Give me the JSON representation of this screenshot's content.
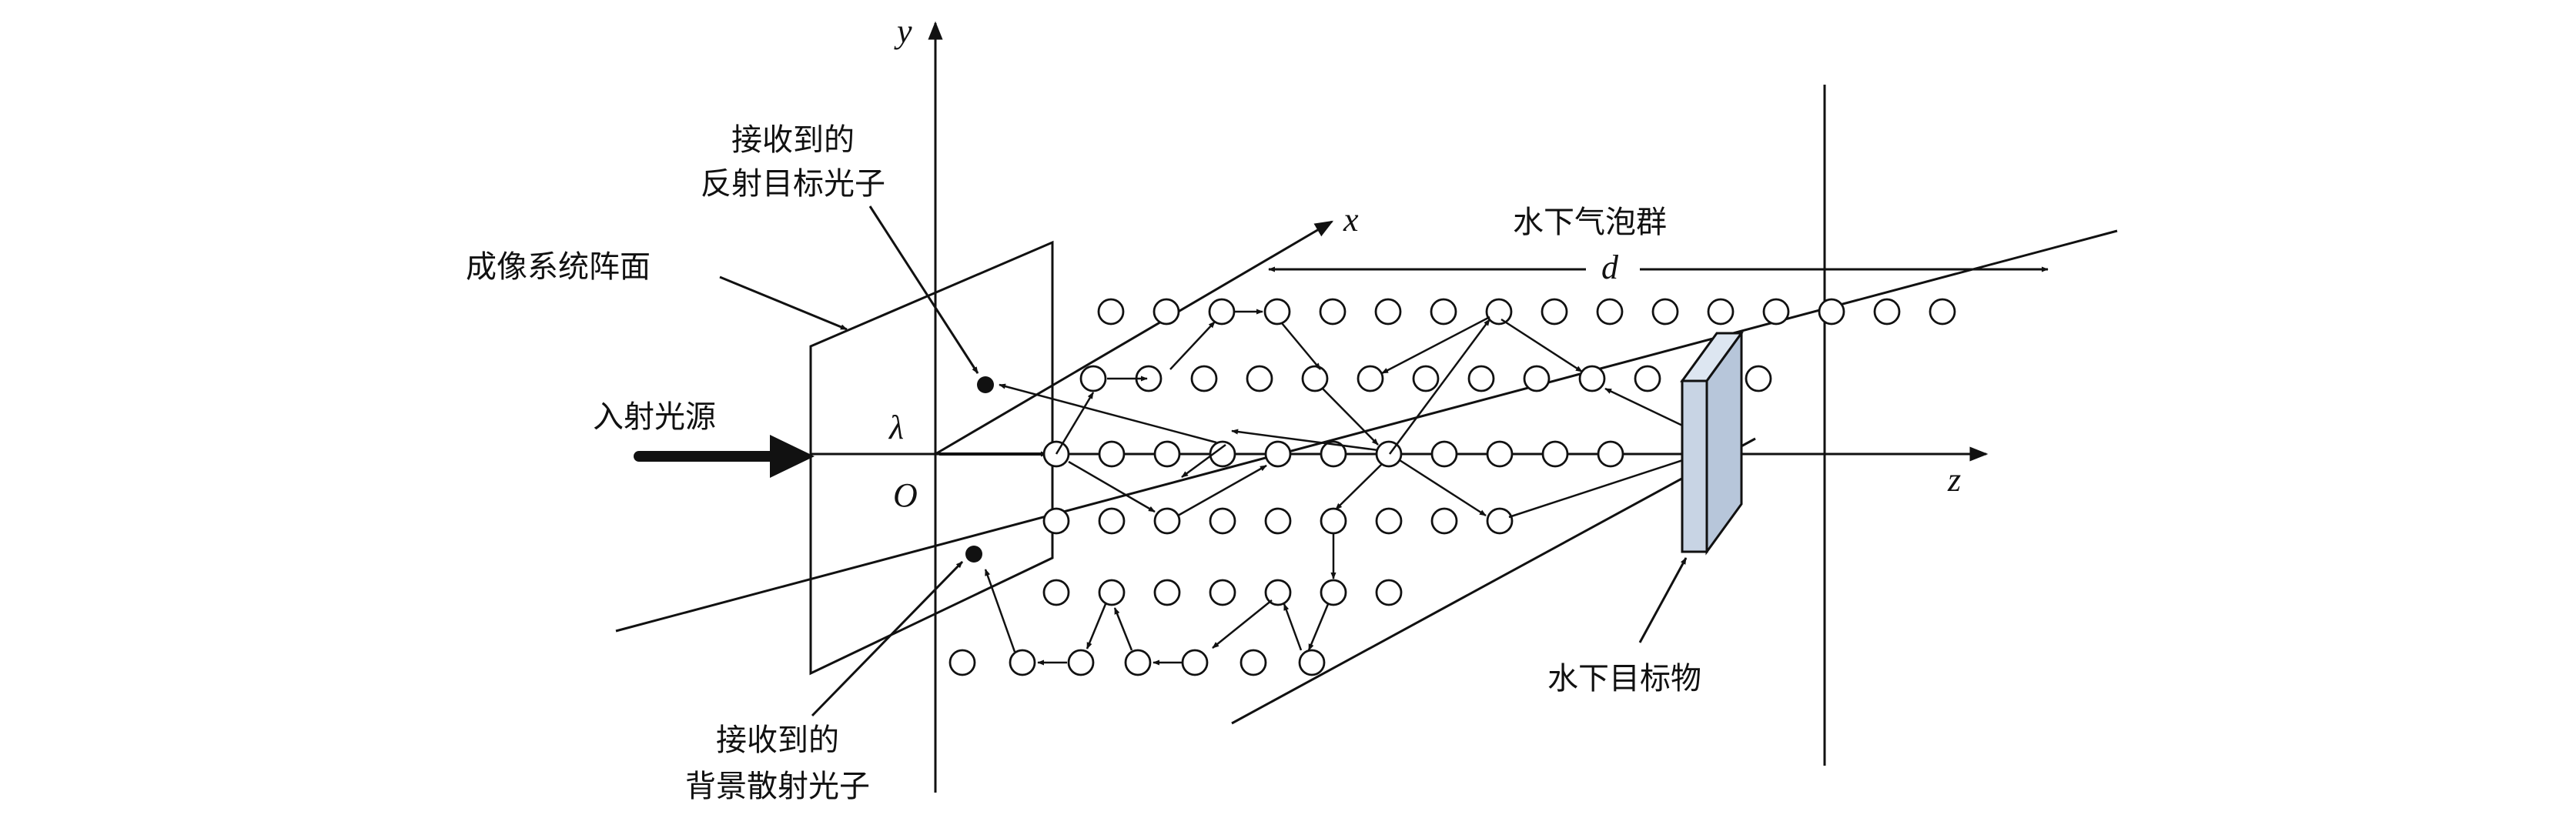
{
  "axes": {
    "x_label": "x",
    "y_label": "y",
    "z_label": "z",
    "origin_label": "O",
    "wavelength_label": "λ",
    "distance_label": "d"
  },
  "labels": {
    "imaging_plane": "成像系统阵面",
    "light_source": "入射光源",
    "reflected_photon_line1": "接收到的",
    "reflected_photon_line2": "反射目标光子",
    "background_photon_line1": "接收到的",
    "background_photon_line2": "背景散射光子",
    "bubble_group": "水下气泡群",
    "target": "水下目标物"
  },
  "colors": {
    "line": "#111111",
    "target_face": "#c8d4e4",
    "target_side": "#8fa3bd",
    "background": "#ffffff"
  }
}
